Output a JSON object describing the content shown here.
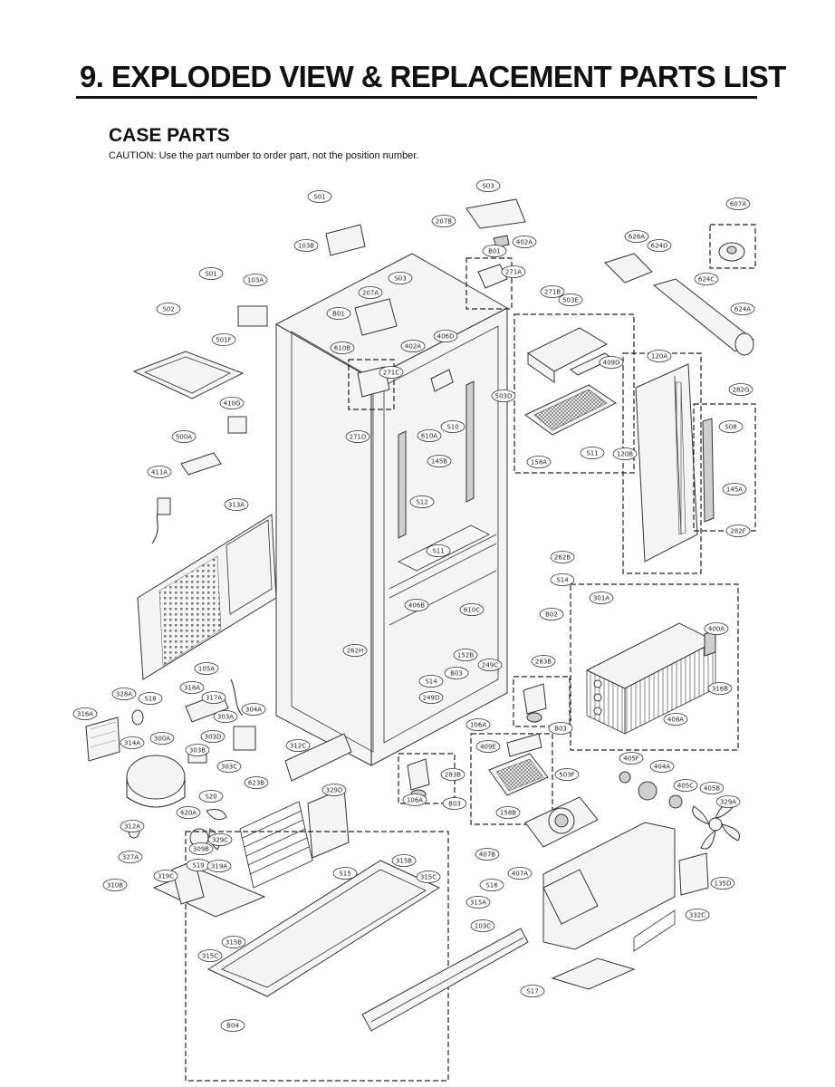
{
  "page": {
    "title": "9. EXPLODED VIEW & REPLACEMENT PARTS LIST",
    "section": "CASE PARTS",
    "caution": "CAUTION: Use the part number to order part, not the position number."
  },
  "diagram": {
    "labels": [
      {
        "text": "S01"
      },
      {
        "text": "S03"
      },
      {
        "text": "607A"
      },
      {
        "text": "207B"
      },
      {
        "text": "402A"
      },
      {
        "text": "103B"
      },
      {
        "text": "B01"
      },
      {
        "text": "626A"
      },
      {
        "text": "624D"
      },
      {
        "text": "271A"
      },
      {
        "text": "S01"
      },
      {
        "text": "103A"
      },
      {
        "text": "S03"
      },
      {
        "text": "207A"
      },
      {
        "text": "271B"
      },
      {
        "text": "624C"
      },
      {
        "text": "503E"
      },
      {
        "text": "S02"
      },
      {
        "text": "B01"
      },
      {
        "text": "624A"
      },
      {
        "text": "501F"
      },
      {
        "text": "402A"
      },
      {
        "text": "406D"
      },
      {
        "text": "610B"
      },
      {
        "text": "271C"
      },
      {
        "text": "120A"
      },
      {
        "text": "409D"
      },
      {
        "text": "282G"
      },
      {
        "text": "503D"
      },
      {
        "text": "410G"
      },
      {
        "text": "S10"
      },
      {
        "text": "610A"
      },
      {
        "text": "S08"
      },
      {
        "text": "271D"
      },
      {
        "text": "500A"
      },
      {
        "text": "S11"
      },
      {
        "text": "120B"
      },
      {
        "text": "158A"
      },
      {
        "text": "145B"
      },
      {
        "text": "411A"
      },
      {
        "text": "145A"
      },
      {
        "text": "S12"
      },
      {
        "text": "313A"
      },
      {
        "text": "282F"
      },
      {
        "text": "S11"
      },
      {
        "text": "262B"
      },
      {
        "text": "S14"
      },
      {
        "text": "301A"
      },
      {
        "text": "406B"
      },
      {
        "text": "610C"
      },
      {
        "text": "B02"
      },
      {
        "text": "400A"
      },
      {
        "text": "262H"
      },
      {
        "text": "152B"
      },
      {
        "text": "283B"
      },
      {
        "text": "249C"
      },
      {
        "text": "105A"
      },
      {
        "text": "B03"
      },
      {
        "text": "S14"
      },
      {
        "text": "316B"
      },
      {
        "text": "328A"
      },
      {
        "text": "S18"
      },
      {
        "text": "318A"
      },
      {
        "text": "317A"
      },
      {
        "text": "249D"
      },
      {
        "text": "316A"
      },
      {
        "text": "304A"
      },
      {
        "text": "303A"
      },
      {
        "text": "106A"
      },
      {
        "text": "B03"
      },
      {
        "text": "408A"
      },
      {
        "text": "303D"
      },
      {
        "text": "314A"
      },
      {
        "text": "300A"
      },
      {
        "text": "312C"
      },
      {
        "text": "409E"
      },
      {
        "text": "405F"
      },
      {
        "text": "303B"
      },
      {
        "text": "303C"
      },
      {
        "text": "404A"
      },
      {
        "text": "283B"
      },
      {
        "text": "503F"
      },
      {
        "text": "623B"
      },
      {
        "text": "405C"
      },
      {
        "text": "405B"
      },
      {
        "text": "329D"
      },
      {
        "text": "S20"
      },
      {
        "text": "106A"
      },
      {
        "text": "B03"
      },
      {
        "text": "329A"
      },
      {
        "text": "158B"
      },
      {
        "text": "420A"
      },
      {
        "text": "312A"
      },
      {
        "text": "329C"
      },
      {
        "text": "309B"
      },
      {
        "text": "327A"
      },
      {
        "text": "315B"
      },
      {
        "text": "407B"
      },
      {
        "text": "S19"
      },
      {
        "text": "319A"
      },
      {
        "text": "S15"
      },
      {
        "text": "315C"
      },
      {
        "text": "407A"
      },
      {
        "text": "135D"
      },
      {
        "text": "310B"
      },
      {
        "text": "319C"
      },
      {
        "text": "S16"
      },
      {
        "text": "315A"
      },
      {
        "text": "332C"
      },
      {
        "text": "103C"
      },
      {
        "text": "315B"
      },
      {
        "text": "315C"
      },
      {
        "text": "S17"
      },
      {
        "text": "B04"
      }
    ]
  }
}
